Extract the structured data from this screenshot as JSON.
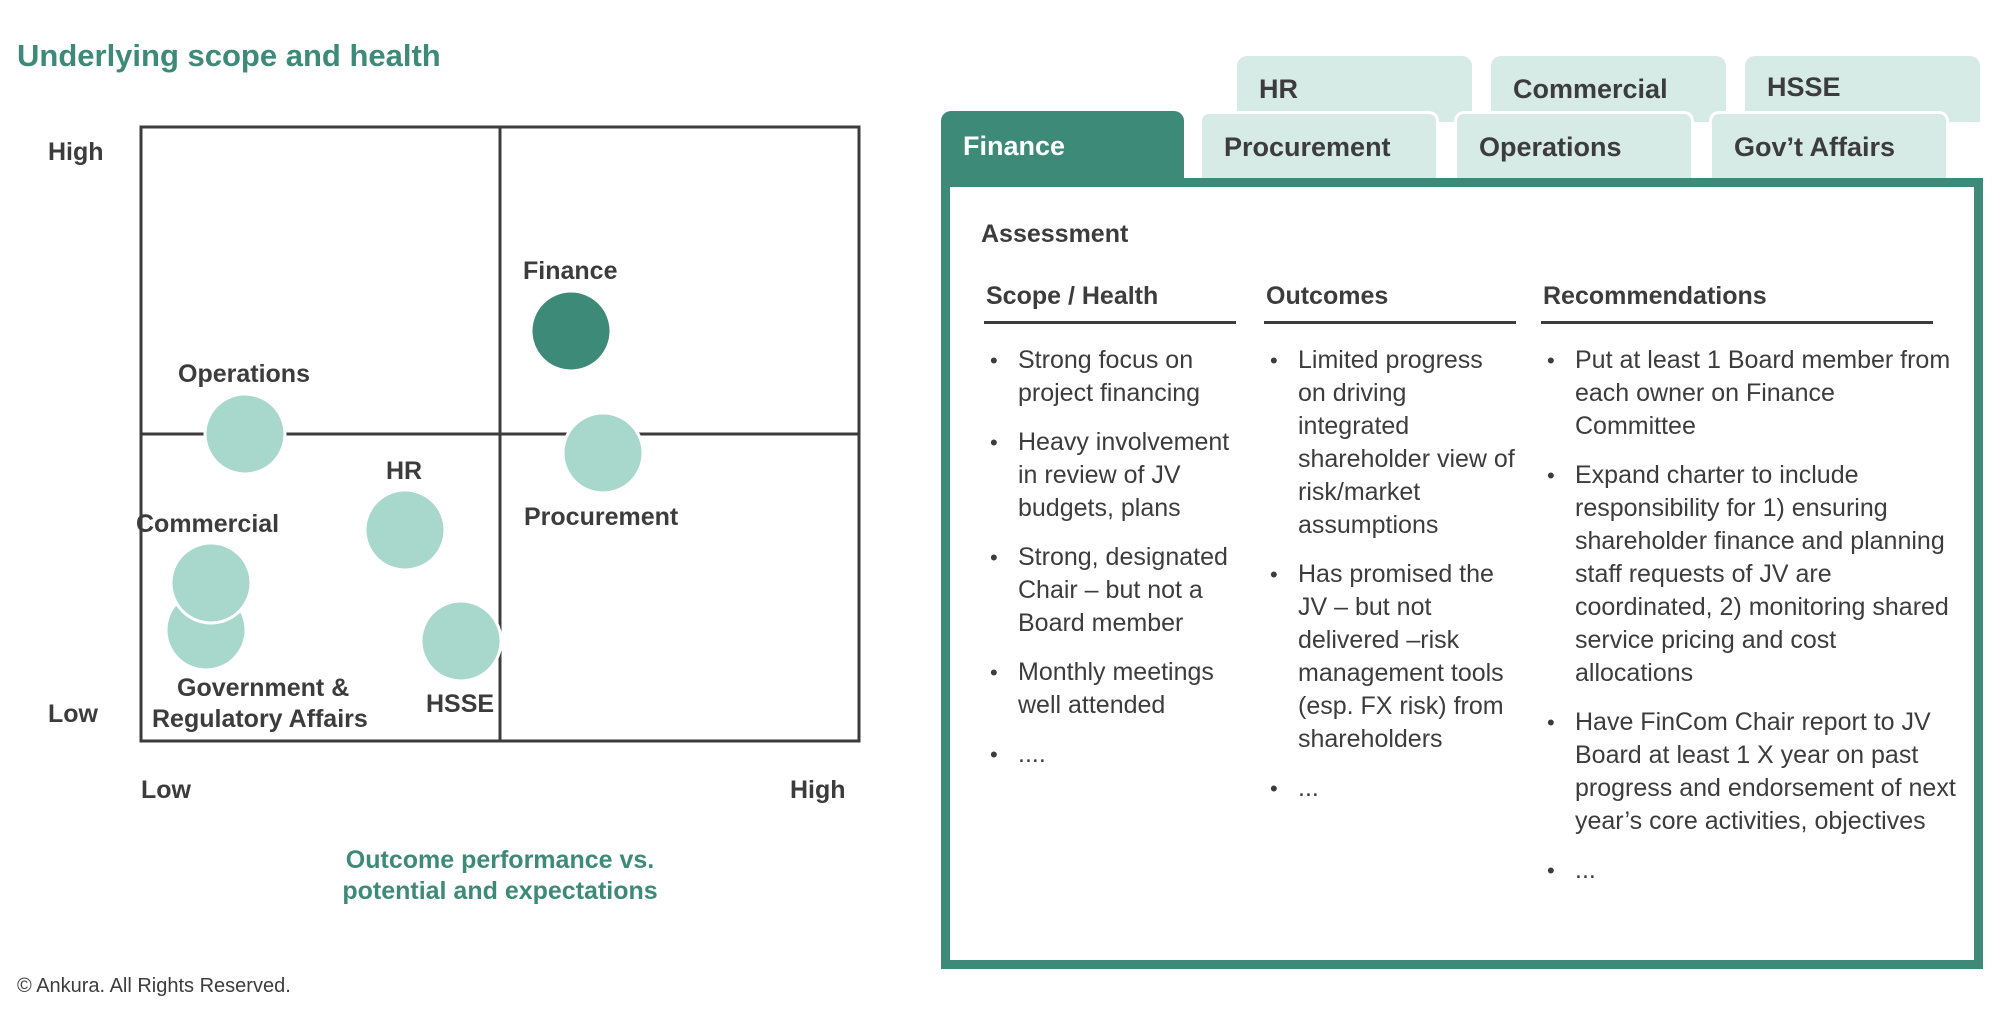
{
  "title": "Underlying scope and health",
  "matrix": {
    "y_high": "High",
    "y_low": "Low",
    "x_low": "Low",
    "x_high": "High",
    "x_title_line1": "Outcome performance vs.",
    "x_title_line2": "potential and expectations",
    "colors": {
      "highlight": "#3d8a78",
      "normal": "#a8d8cc",
      "grid": "#3c3c3c"
    },
    "bubbles": [
      {
        "name": "Finance",
        "label": "Finance",
        "active": true
      },
      {
        "name": "Operations",
        "label": "Operations",
        "active": false
      },
      {
        "name": "Procurement",
        "label": "Procurement",
        "active": false
      },
      {
        "name": "HR",
        "label": "HR",
        "active": false
      },
      {
        "name": "Commercial",
        "label": "Commercial",
        "active": false
      },
      {
        "name": "Government",
        "label": "Government &",
        "label2": "Regulatory Affairs",
        "active": false
      },
      {
        "name": "HSSE",
        "label": "HSSE",
        "active": false
      }
    ]
  },
  "tabs": {
    "back": [
      "HR",
      "Commercial",
      "HSSE"
    ],
    "front": [
      "Finance",
      "Procurement",
      "Operations",
      "Gov’t Affairs"
    ],
    "active": "Finance"
  },
  "panel": {
    "title": "Assessment",
    "columns": [
      {
        "header": "Scope / Health",
        "items": [
          "Strong focus on project financing",
          "Heavy involvement in review of JV budgets, plans",
          "Strong, designated Chair – but not a Board member",
          "Monthly meetings well attended",
          "...."
        ]
      },
      {
        "header": "Outcomes",
        "items": [
          "Limited progress on driving integrated shareholder view of risk/market assumptions",
          "Has promised the JV – but not delivered –risk management tools (esp. FX risk) from shareholders",
          "..."
        ]
      },
      {
        "header": "Recommendations",
        "items": [
          "Put at least 1 Board member from each owner on Finance Committee",
          "Expand charter to include responsibility for 1) ensuring shareholder finance and planning staff requests of JV are coordinated, 2) monitoring shared service pricing and cost allocations",
          "Have FinCom Chair report to JV Board at least 1 X year on past progress and endorsement of next year’s core activities, objectives",
          "..."
        ]
      }
    ]
  },
  "footer": "© Ankura. All Rights Reserved."
}
